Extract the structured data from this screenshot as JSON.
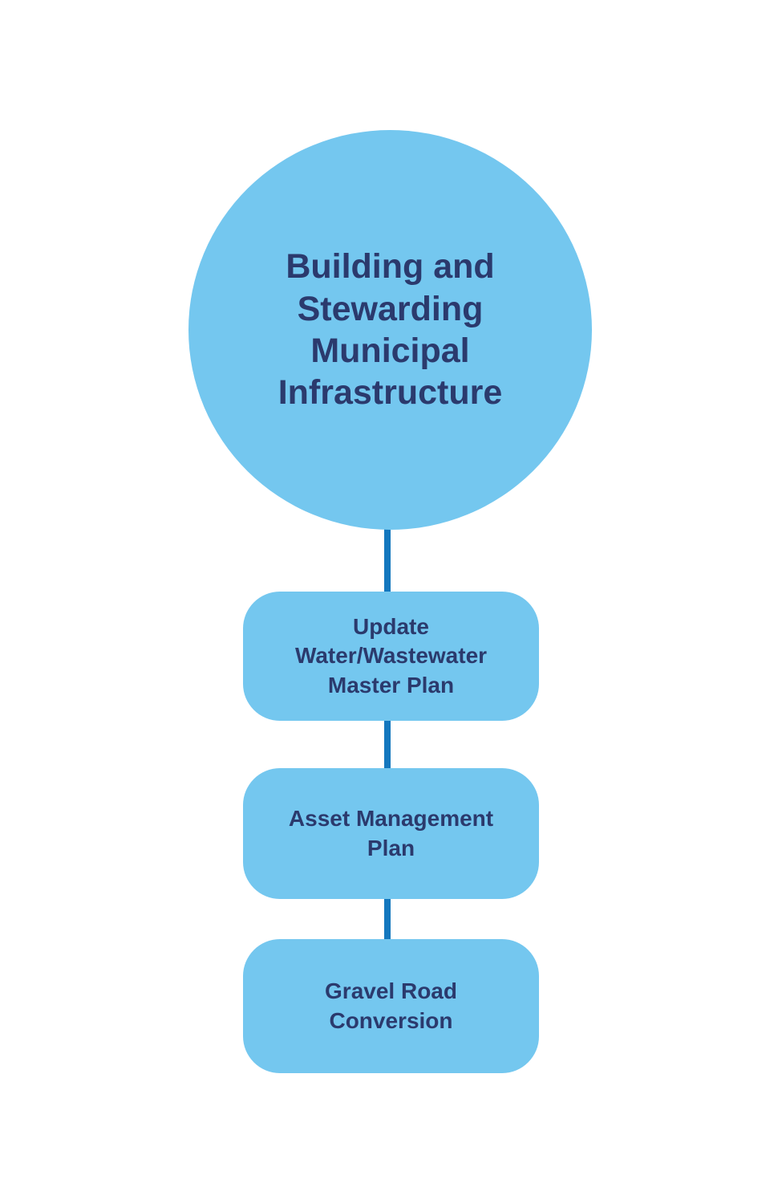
{
  "colors": {
    "background": "#FFFFFF",
    "node_fill": "#74C7EF",
    "node_text": "#2B3A6D",
    "connector": "#1377BE"
  },
  "diagram": {
    "root": {
      "label": "Building and Stewarding Municipal Infrastructure",
      "lines": [
        "Building and",
        "Stewarding",
        "Municipal",
        "Infrastructure"
      ]
    },
    "children": [
      {
        "label": "Update Water/Wastewater Master Plan",
        "lines": [
          "Update",
          "Water/Wastewater",
          "Master Plan"
        ]
      },
      {
        "label": "Asset Management Plan",
        "lines": [
          "Asset Management",
          "Plan"
        ]
      },
      {
        "label": "Gravel Road Conversion",
        "lines": [
          "Gravel Road",
          "Conversion"
        ]
      }
    ]
  }
}
